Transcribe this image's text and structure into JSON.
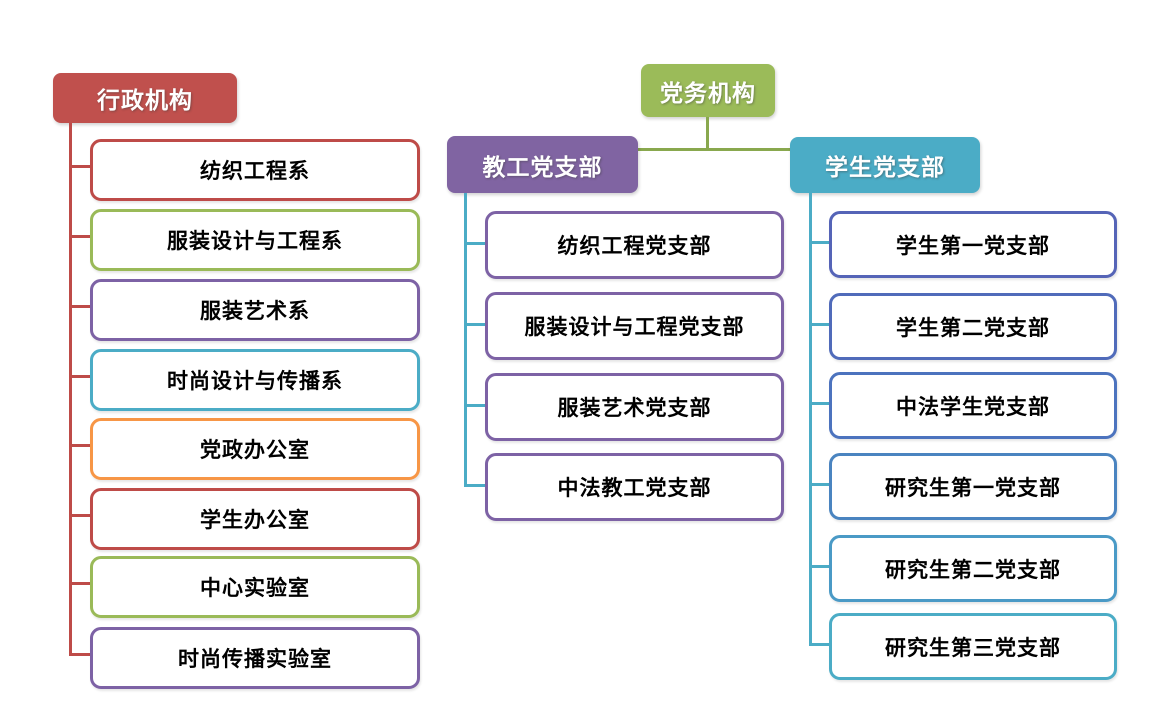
{
  "diagram": {
    "admin_group": {
      "header": {
        "label": "行政机构",
        "fill": "#C0504D",
        "text_color": "#FFFFFF"
      },
      "connector_color": "#BE4B48",
      "children": [
        {
          "label": "纺织工程系",
          "border_color": "#BE4B48"
        },
        {
          "label": "服装设计与工程系",
          "border_color": "#9ABA58"
        },
        {
          "label": "服装艺术系",
          "border_color": "#7D62A5"
        },
        {
          "label": "时尚设计与传播系",
          "border_color": "#4BACC6"
        },
        {
          "label": "党政办公室",
          "border_color": "#F79646"
        },
        {
          "label": "学生办公室",
          "border_color": "#BE4B48"
        },
        {
          "label": "中心实验室",
          "border_color": "#9ABA58"
        },
        {
          "label": "时尚传播实验室",
          "border_color": "#7D62A5"
        }
      ]
    },
    "party_group": {
      "header": {
        "label": "党务机构",
        "fill": "#9BBB59",
        "text_color": "#FFFFFF"
      },
      "connector_color": "#89A84E",
      "branches": [
        {
          "header": {
            "label": "教工党支部",
            "fill": "#8064A2",
            "text_color": "#FFFFFF"
          },
          "connector_color": "#4BACC6",
          "children": [
            {
              "label": "纺织工程党支部",
              "border_color": "#7D62A5"
            },
            {
              "label": "服装设计与工程党支部",
              "border_color": "#7D62A5"
            },
            {
              "label": "服装艺术党支部",
              "border_color": "#7D62A5"
            },
            {
              "label": "中法教工党支部",
              "border_color": "#7D62A5"
            }
          ]
        },
        {
          "header": {
            "label": "学生党支部",
            "fill": "#4BACC6",
            "text_color": "#FFFFFF"
          },
          "connector_color": "#4BACC6",
          "children": [
            {
              "label": "学生第一党支部",
              "border_color": "#5564B7"
            },
            {
              "label": "学生第二党支部",
              "border_color": "#506BBA"
            },
            {
              "label": "中法学生党支部",
              "border_color": "#4C73BE"
            },
            {
              "label": "研究生第一党支部",
              "border_color": "#4A84C0"
            },
            {
              "label": "研究生第二党支部",
              "border_color": "#4A9AC6"
            },
            {
              "label": "研究生第三党支部",
              "border_color": "#4BACC6"
            }
          ]
        }
      ]
    }
  }
}
